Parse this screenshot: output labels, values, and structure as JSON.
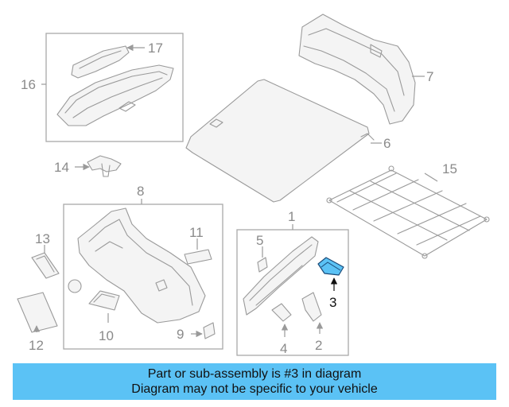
{
  "diagram": {
    "callouts": {
      "c1": "1",
      "c2": "2",
      "c3": "3",
      "c4": "4",
      "c5": "5",
      "c6": "6",
      "c7": "7",
      "c8": "8",
      "c9": "9",
      "c10": "10",
      "c11": "11",
      "c12": "12",
      "c13": "13",
      "c14": "14",
      "c15": "15",
      "c16": "16",
      "c17": "17"
    },
    "highlight_part": "3",
    "highlight_color": "#5bc2f5"
  },
  "banner": {
    "line1": "Part or sub-assembly is #3 in diagram",
    "line2": "Diagram may not be specific to your vehicle",
    "background": "#5bc2f5"
  }
}
